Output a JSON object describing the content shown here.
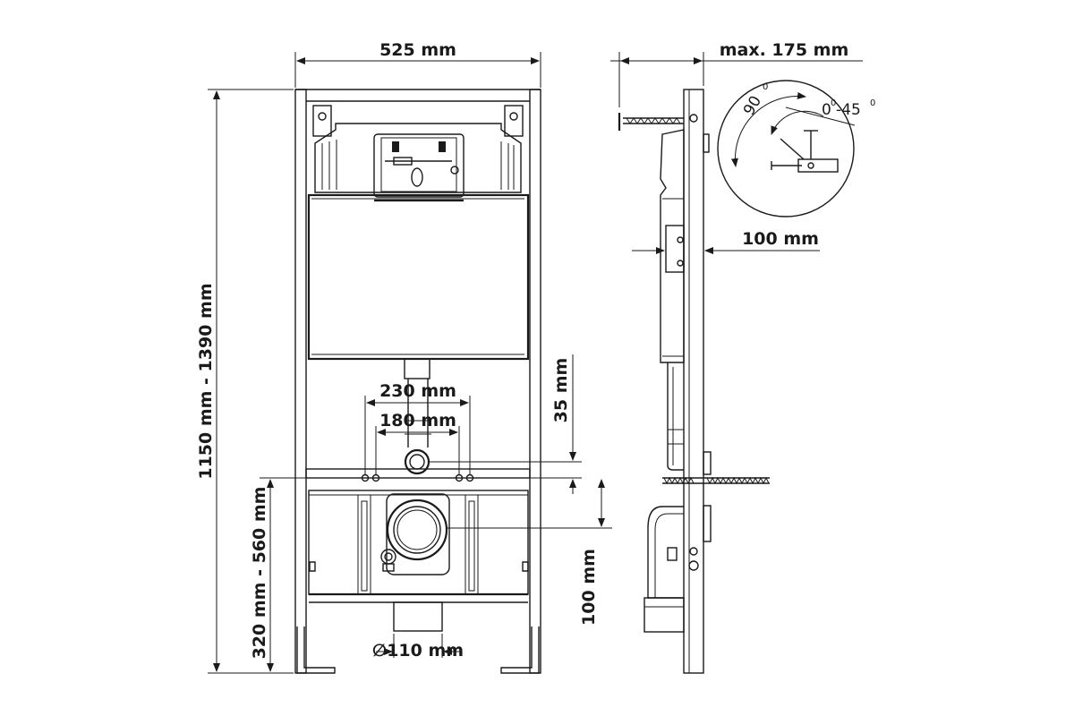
{
  "front_view": {
    "width_label": "525 mm",
    "height_label": "1150 mm - 1390 mm",
    "bolt_spacing_outer_label": "230 mm",
    "bolt_spacing_inner_label": "180 mm",
    "drain_diameter_label": "∅110 mm",
    "mount_height_label": "320 mm - 560 mm",
    "offset_label": "35 mm",
    "drain_height_label": "100 mm"
  },
  "side_view": {
    "depth_label": "max. 175 mm",
    "wall_offset_label": "100 mm",
    "detail": {
      "angle_90": "90",
      "angle_range_start": "0",
      "angle_range_end": "-45",
      "degree_symbol": "0"
    }
  }
}
